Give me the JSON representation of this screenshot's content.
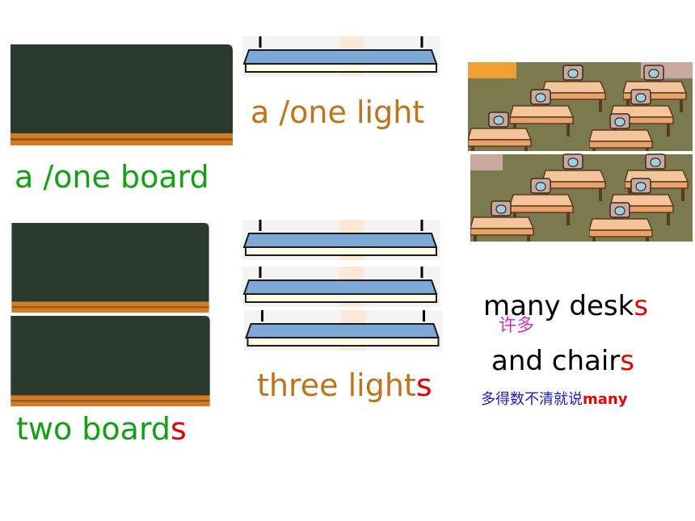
{
  "labels": {
    "one_board": "a /one board",
    "one_light": "a /one light",
    "two_boards_stem": "two board",
    "two_boards_suffix": "s",
    "three_lights_stem": "three light",
    "three_lights_suffix": "s",
    "many_desks_stem": "many desk",
    "many_desks_suffix": "s",
    "many_gloss": "许多",
    "and_chairs_stem": "and chair",
    "and_chairs_suffix": "s",
    "note_text": "多得数不清就说",
    "note_word": "many"
  },
  "icons": {
    "board": "blackboard-icon",
    "light": "ceiling-light-icon",
    "room": "classroom-desks-image"
  },
  "colors": {
    "board_green": "#14a014",
    "light_orange": "#c0731b",
    "plural_red": "#e60000",
    "gloss_magenta": "#cc33cc",
    "note_blue": "#1a1acc",
    "chalkboard": "#2a3a2e",
    "board_ledge": "#d97a1f",
    "lamp_blue": "#7ea8d8",
    "desk_top": "#f4c49a",
    "floor_green": "#7a7a4e"
  }
}
